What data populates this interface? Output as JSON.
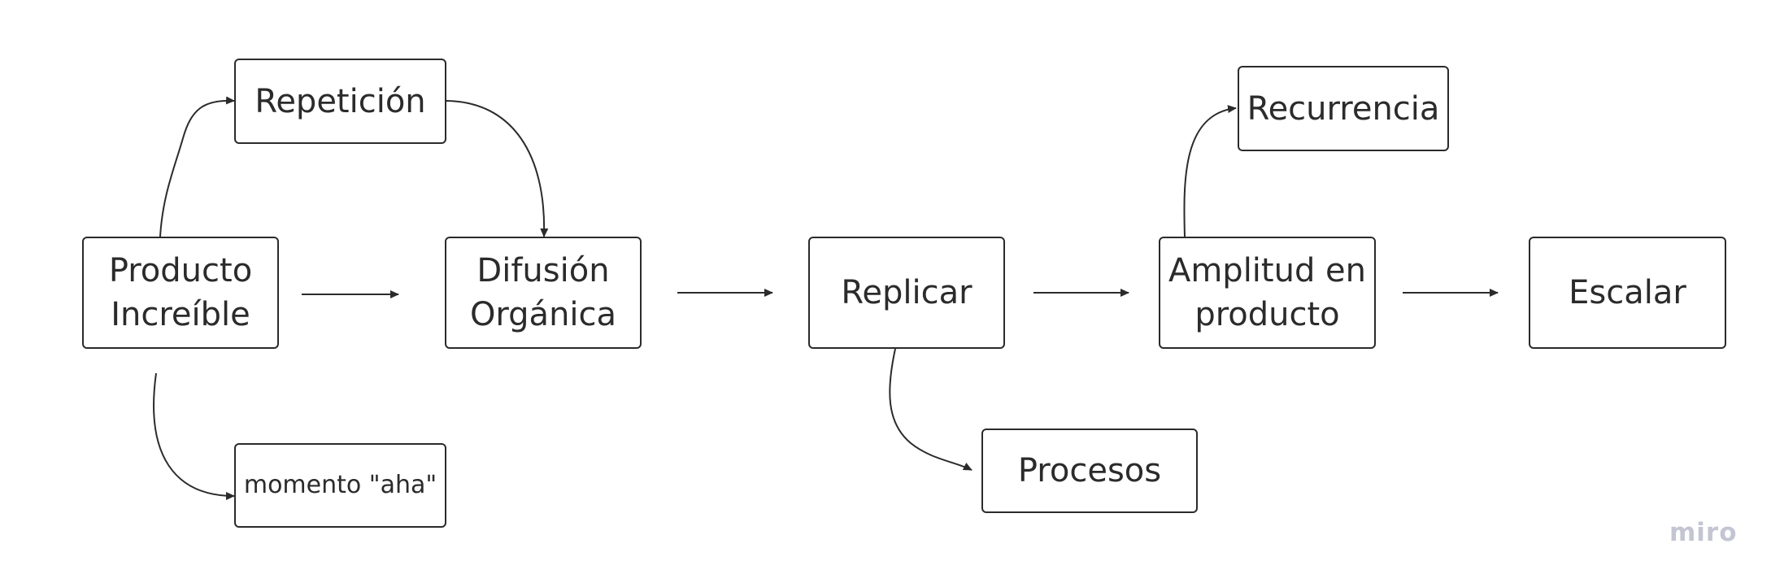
{
  "diagram": {
    "nodes": {
      "producto": "Producto\nIncreíble",
      "repeticion": "Repetición",
      "momento": "momento \"aha\"",
      "difusion": "Difusión\nOrgánica",
      "replicar": "Replicar",
      "procesos": "Procesos",
      "recurrencia": "Recurrencia",
      "amplitud": "Amplitud en\nproducto",
      "escalar": "Escalar"
    },
    "edges": [
      {
        "from": "producto",
        "to": "repeticion"
      },
      {
        "from": "repeticion",
        "to": "difusion"
      },
      {
        "from": "producto",
        "to": "momento"
      },
      {
        "from": "producto",
        "to": "difusion"
      },
      {
        "from": "difusion",
        "to": "replicar"
      },
      {
        "from": "replicar",
        "to": "procesos"
      },
      {
        "from": "replicar",
        "to": "amplitud"
      },
      {
        "from": "amplitud",
        "to": "recurrencia"
      },
      {
        "from": "amplitud",
        "to": "escalar"
      }
    ],
    "colors": {
      "stroke": "#2b2b2b",
      "watermark": "#c3c5d3",
      "background": "#ffffff"
    }
  },
  "watermark": "miro"
}
